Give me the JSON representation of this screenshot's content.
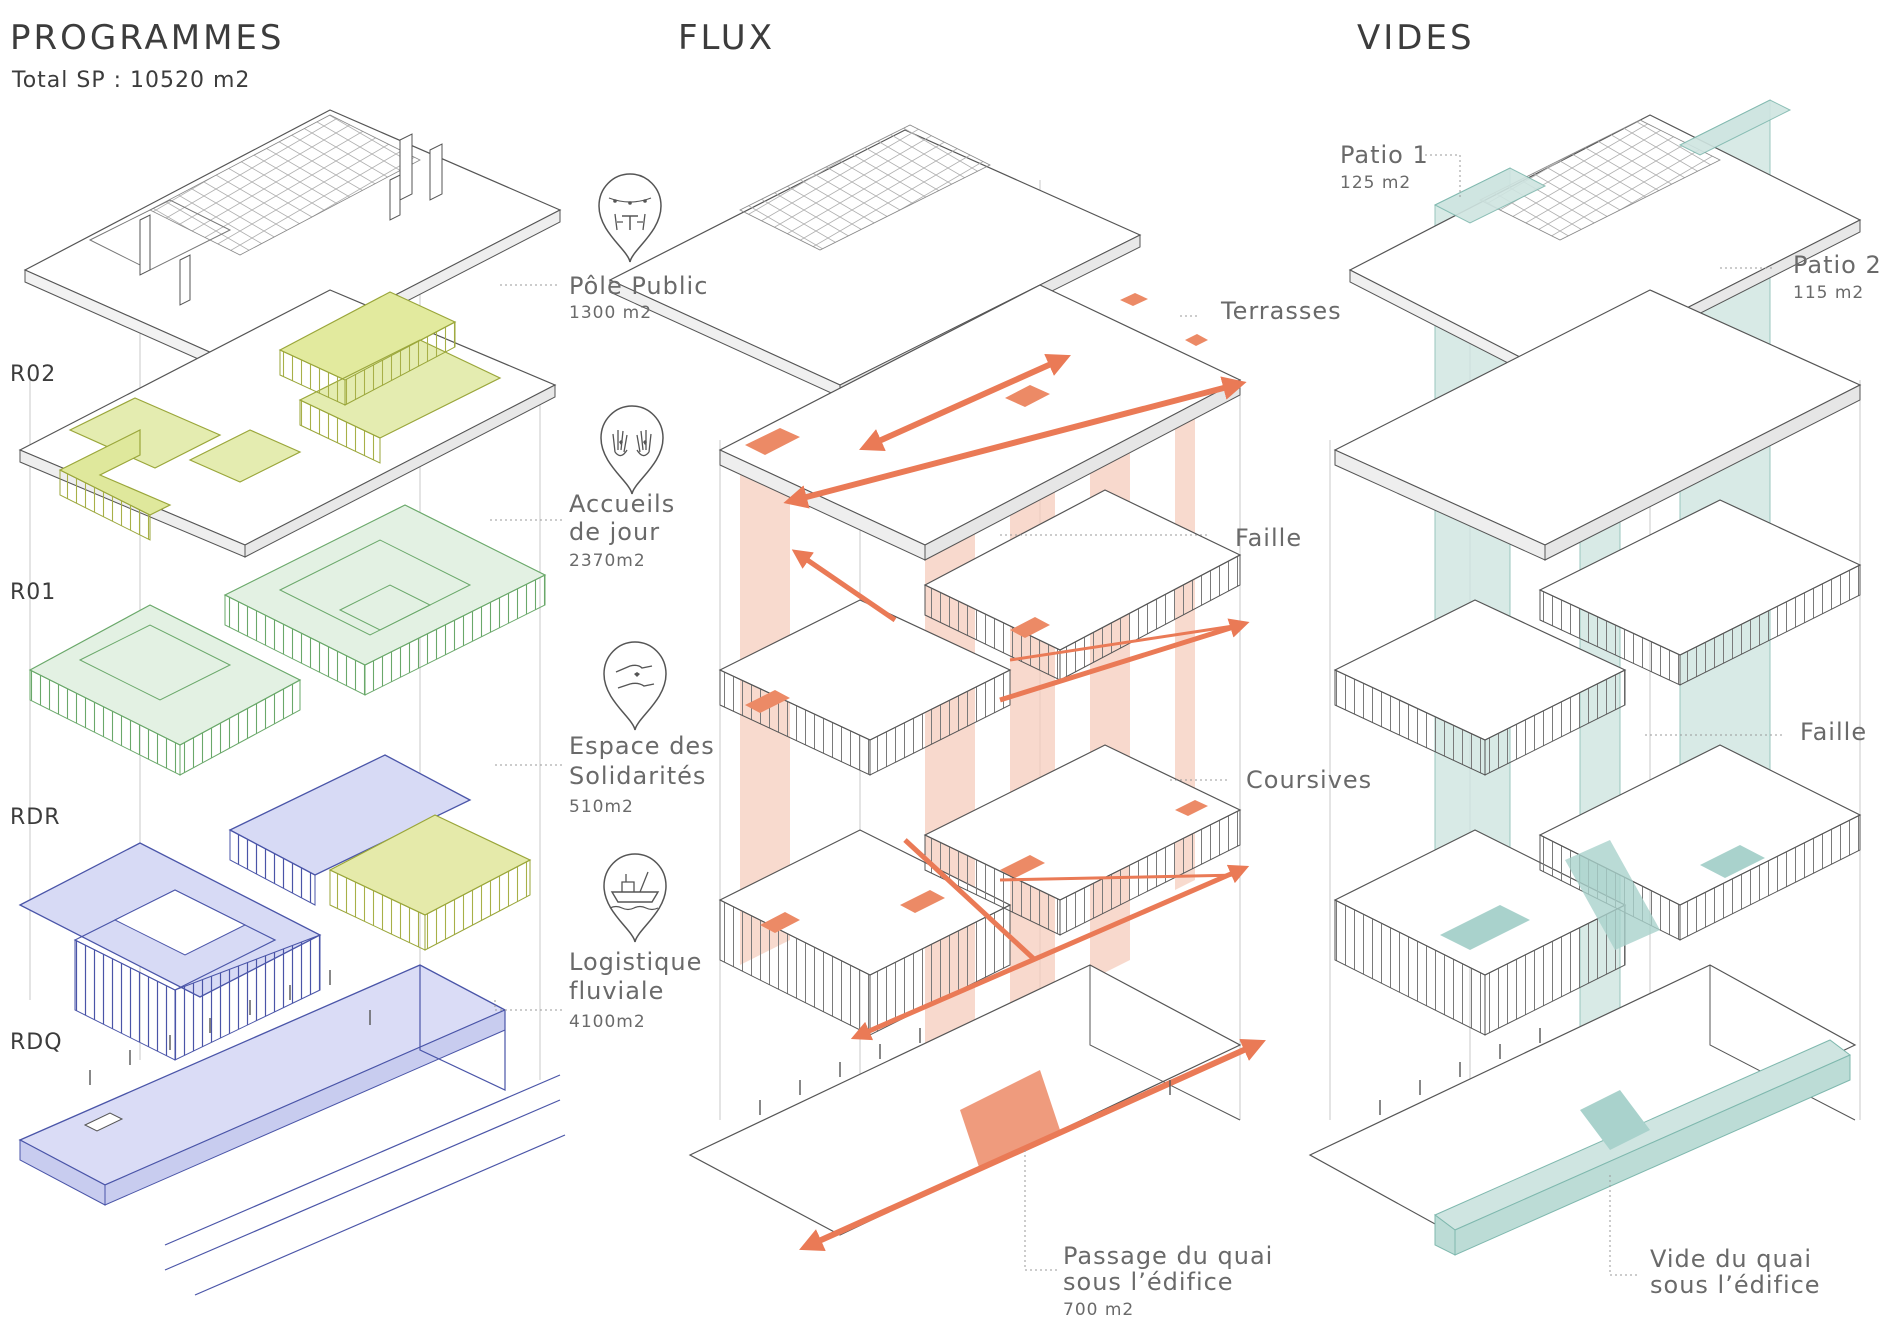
{
  "columns": {
    "programmes": {
      "title": "PROGRAMMES",
      "subtitle": "Total SP : 10520 m2",
      "levels": [
        "R02",
        "R01",
        "RDR",
        "RDQ"
      ],
      "programs": [
        {
          "name_line1": "Pôle Public",
          "name_line2": "",
          "area": "1300 m2",
          "icon": "cafe-table-icon",
          "color": "#dfe7a0"
        },
        {
          "name_line1": "Accueils",
          "name_line2": "de jour",
          "area": "2370m2",
          "icon": "helping-hands-icon",
          "color": "#bfe0bf"
        },
        {
          "name_line1": "Espace des",
          "name_line2": "Solidarités",
          "area": "510m2",
          "icon": "handshake-icon",
          "color": "#dfe7a0"
        },
        {
          "name_line1": "Logistique",
          "name_line2": "fluviale",
          "area": "4100m2",
          "icon": "boat-icon",
          "color": "#c4c8ee"
        }
      ]
    },
    "flux": {
      "title": "FLUX",
      "labels": {
        "terrasses": "Terrasses",
        "faille": "Faille",
        "coursives": "Coursives",
        "passage_line1": "Passage du quai",
        "passage_line2": "sous l’édifice",
        "passage_area": "700 m2"
      },
      "accent": "#ec8a66"
    },
    "vides": {
      "title": "VIDES",
      "labels": {
        "patio1": "Patio 1",
        "patio1_area": "125 m2",
        "patio2": "Patio 2",
        "patio2_area": "115 m2",
        "faille": "Faille",
        "vide_line1": "Vide du quai",
        "vide_line2": "sous l’édifice"
      },
      "accent": "#a9d2cc"
    }
  }
}
